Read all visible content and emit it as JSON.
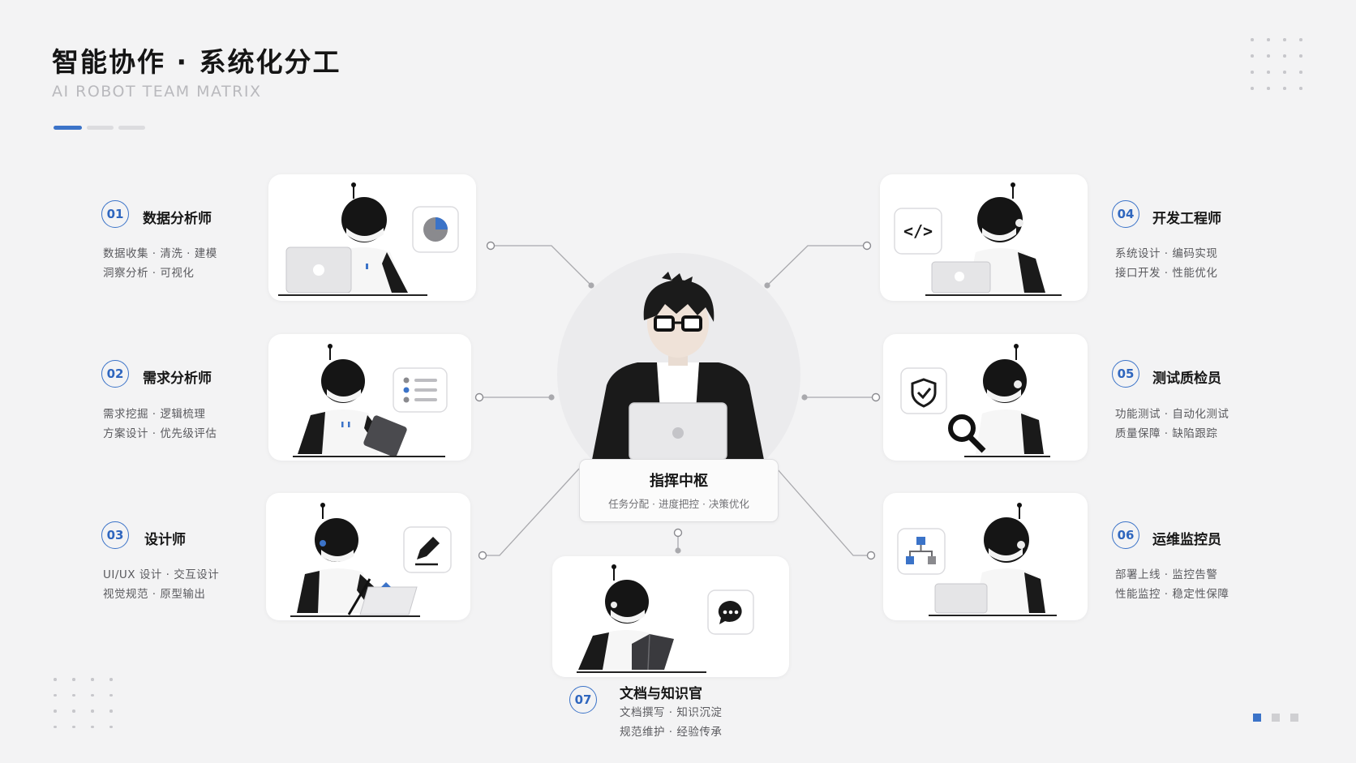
{
  "header": {
    "title": "智能协作 · 系统化分工",
    "subtitle": "AI ROBOT TEAM MATRIX"
  },
  "colors": {
    "accent": "#3b73c8",
    "muted": "#d9d9dc",
    "background": "#f3f3f4"
  },
  "hub": {
    "title": "指挥中枢",
    "tasks": "任务分配 · 进度把控 · 决策优化"
  },
  "roles": [
    {
      "num": "01",
      "title": "数据分析师",
      "line1": "数据收集 · 清洗 · 建模",
      "line2": "洞察分析 · 可视化",
      "bubble_icon": "pie-chart-icon"
    },
    {
      "num": "02",
      "title": "需求分析师",
      "line1": "需求挖掘 · 逻辑梳理",
      "line2": "方案设计 · 优先级评估",
      "bubble_icon": "list-icon"
    },
    {
      "num": "03",
      "title": "设计师",
      "line1": "UI/UX 设计 · 交互设计",
      "line2": "视觉规范 · 原型输出",
      "bubble_icon": "pen-icon"
    },
    {
      "num": "04",
      "title": "开发工程师",
      "line1": "系统设计 · 编码实现",
      "line2": "接口开发 · 性能优化",
      "bubble_icon": "code-icon"
    },
    {
      "num": "05",
      "title": "测试质检员",
      "line1": "功能测试 · 自动化测试",
      "line2": "质量保障 · 缺陷跟踪",
      "bubble_icon": "shield-check-icon"
    },
    {
      "num": "06",
      "title": "运维监控员",
      "line1": "部署上线 · 监控告警",
      "line2": "性能监控 · 稳定性保障",
      "bubble_icon": "network-icon"
    },
    {
      "num": "07",
      "title": "文档与知识官",
      "line1": "文档撰写 · 知识沉淀",
      "line2": "规范维护 · 经验传承",
      "bubble_icon": "chat-icon"
    }
  ]
}
